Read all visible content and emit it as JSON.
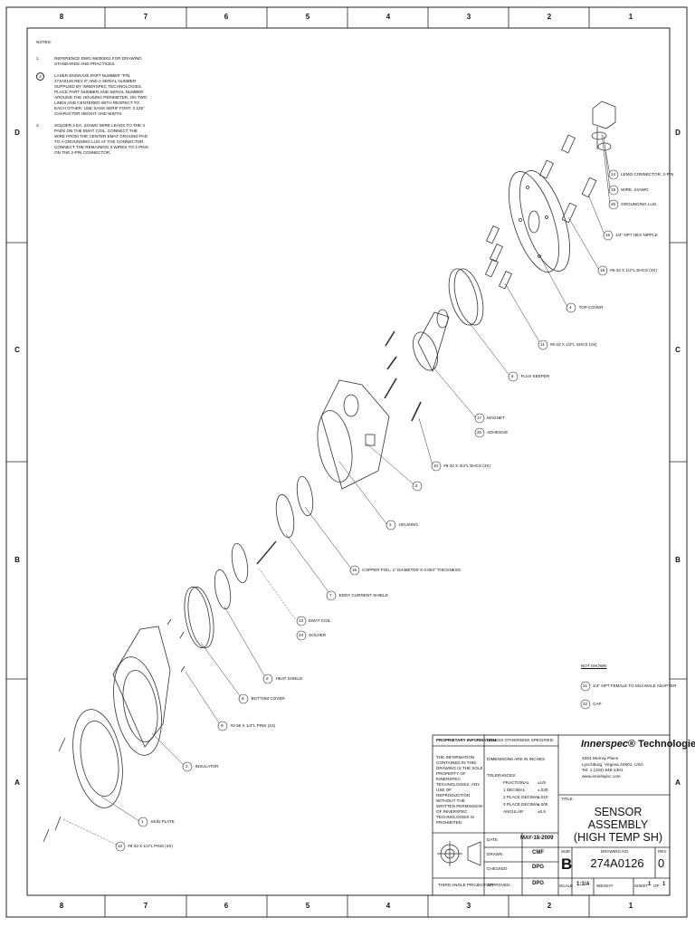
{
  "border": {
    "top_zones": [
      "8",
      "7",
      "6",
      "5",
      "4",
      "3",
      "2",
      "1"
    ],
    "bottom_zones": [
      "8",
      "7",
      "6",
      "5",
      "4",
      "3",
      "2",
      "1"
    ],
    "side_zones": [
      "D",
      "C",
      "B",
      "A"
    ]
  },
  "notes": {
    "heading": "NOTES:",
    "items": [
      {
        "num": "1.",
        "text": "REFERENCE DWG 56000001 FOR DRAWING STANDARDS AND PRACTICES."
      },
      {
        "num": "2",
        "text": "LASER ENGRAVE PART NUMBER \"P/N 274A0126 REV 0\" AND A SERIAL NUMBER SUPPLIED BY INNERSPEC TECHNOLOGIES. PLACE PART NUMBER AND SERIAL NUMBER AROUND THE HOUSING PERIMETER, ON TWO LINES AND CENTERED WITH RESPECT TO EACH OTHER. USE SANS SERIF FONT. 0.125\" CHARACTER HEIGHT AND WIDTH."
      },
      {
        "num": "3.",
        "text": "SOLDER 3 EA. 24AWG WIRE LEADS TO THE 3 PADS ON THE EMAT COIL. CONNECT THE WIRE FROM THE CENTER EMAT GROUND PAD TO A GROUNDING LUG AT THE CONNECTOR. CONNECT THE REMAINING 2 WIRES TO 2 PINS ON THE 2-PIN CONNECTOR."
      }
    ]
  },
  "callouts": [
    {
      "num": "14",
      "label": "LEMO CONNECTOR, 2-PIN"
    },
    {
      "num": "19",
      "label": "WIRE, 24AWG"
    },
    {
      "num": "25",
      "label": "GROUNDING LUG"
    },
    {
      "num": "15",
      "label": "1/4\" NPT HEX NIPPLE"
    },
    {
      "num": "18",
      "label": "#6-32 X 1/2\"L SHCS (4X)"
    },
    {
      "num": "4",
      "label": "TOP COVER"
    },
    {
      "num": "11",
      "label": "#6-32 X 1/2\"L SHCS (4X)"
    },
    {
      "num": "5",
      "label": "FLUX KEEPER"
    },
    {
      "num": "17",
      "label": "MAGNET"
    },
    {
      "num": "20",
      "label": "ADHESIVE"
    },
    {
      "num": "10",
      "label": "#8-32 X 3/4\"L SHCS (4X)"
    },
    {
      "num": "2",
      "label": ""
    },
    {
      "num": "3",
      "label": "HOUSING"
    },
    {
      "num": "16",
      "label": "COPPER FOIL, 1\" DIAMETER X 0.003\" THICKNESS"
    },
    {
      "num": "7",
      "label": "EDDY CURRENT SHIELD"
    },
    {
      "num": "13",
      "label": "EMAT COIL"
    },
    {
      "num": "24",
      "label": "SOLDER"
    },
    {
      "num": "6",
      "label": "HEAT SHIELD"
    },
    {
      "num": "8",
      "label": "BOTTOM COVER"
    },
    {
      "num": "9",
      "label": "#2-56 X 1/4\"L PINS (4X)"
    },
    {
      "num": "2",
      "label": "INSULATOR"
    },
    {
      "num": "1",
      "label": "SKID PLATE"
    },
    {
      "num": "12",
      "label": "#6-32 X 1/2\"L PINS (4X)"
    }
  ],
  "not_shown": {
    "heading": "NOT SHOWN",
    "items": [
      {
        "num": "21",
        "label": "1/4\" NPT FEMALE to M14 MALE ADAPTER"
      },
      {
        "num": "22",
        "label": "CAP"
      }
    ]
  },
  "title_block": {
    "proprietary_heading": "PROPRIETARY INFORMATION",
    "proprietary_text": "THE INFORMATION CONTAINED IN THIS DRAWING IS THE SOLE PROPERTY OF INNERSPEC TECHNOLOGIES. ANY USE OF REPRODUCTION WITHOUT THE WRITTEN PERMISSION OF INNERSPEC TECHNOLOGIES IS PROHIBITED.",
    "unless": "UNLESS OTHERWISE SPECIFIED:",
    "dims": "DIMENSIONS ARE IN INCHES",
    "tolerances": "TOLERANCES:",
    "tol_rows": [
      {
        "label": "FRACTIONAL",
        "value": "±1/8"
      },
      {
        "label": "1 DECIMAL",
        "value": "±.030"
      },
      {
        "label": "2 PLACE DECIMAL",
        "value": "±.010"
      },
      {
        "label": "3 PLACE DECIMAL",
        "value": "±.005"
      },
      {
        "label": "ANGULAR",
        "value": "±0.5"
      }
    ],
    "company_brand": "Innerspec",
    "company_suffix": "® Technologies",
    "address1": "4004 Murray Place",
    "address2": "Lynchburg, Virginia 24501, USA",
    "phone": "Tel: 1 (434) 948-1301",
    "web": "www.innerspec.com",
    "title_label": "TITLE:",
    "title_line1": "SENSOR ASSEMBLY",
    "title_line2": "(HIGH TEMP SH)",
    "date_label": "DATE",
    "date_value": "MAY-18-2009",
    "drawn_label": "DRAWN",
    "drawn_value": "CMF",
    "checked_label": "CHECKED",
    "checked_value": "DPG",
    "approved_label": "APPROVED",
    "approved_value": "DPG",
    "size_label": "SIZE",
    "size_value": "B",
    "dwg_label": "DRAWING NO.",
    "dwg_value": "274A0126",
    "rev_label": "REV",
    "rev_value": "0",
    "scale_label": "SCALE",
    "scale_value": "1:1/A",
    "weight_label": "WEIGHT",
    "sheet_label": "SHEET",
    "sheet_value": "1",
    "of_label": "OF",
    "of_value": "1",
    "projection": "THIRD ANGLE PROJECTION"
  }
}
